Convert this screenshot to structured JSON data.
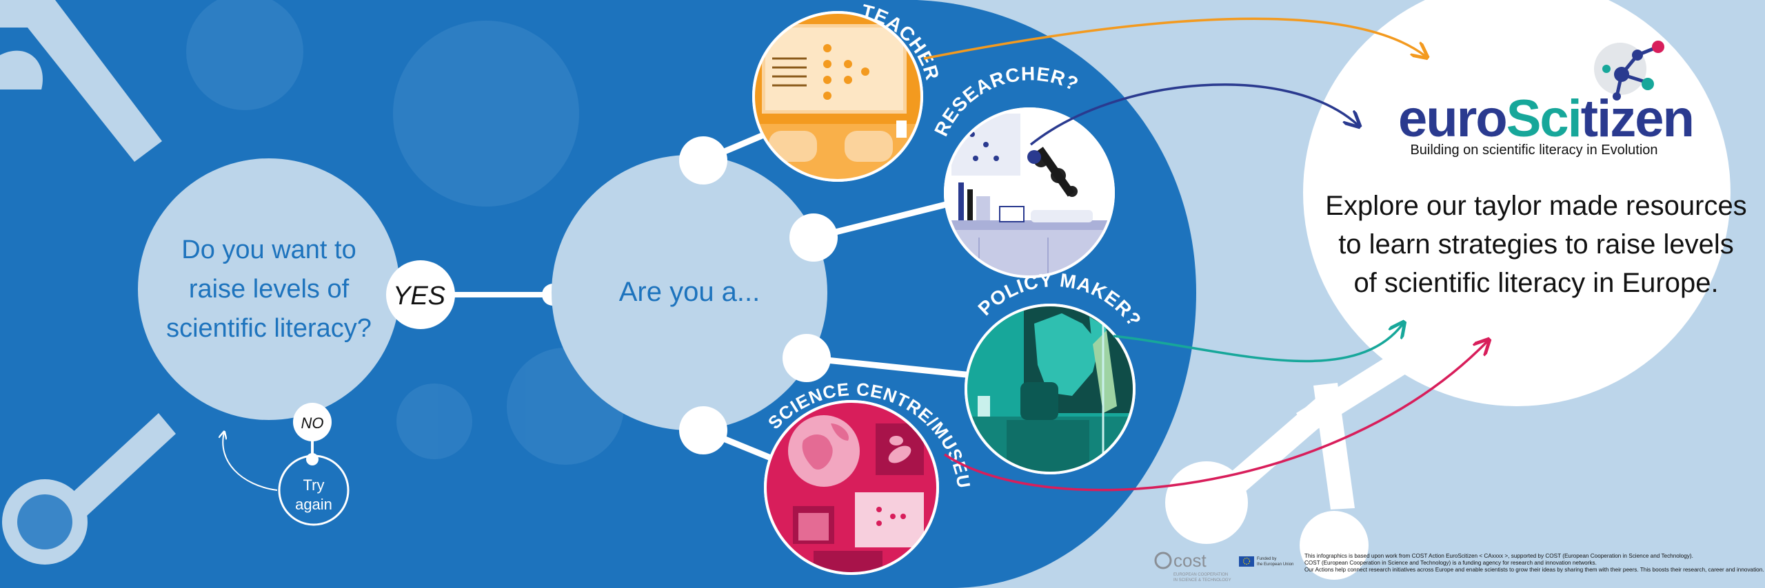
{
  "question": {
    "line1": "Do you want to",
    "line2": "raise levels of",
    "line3": "scientific literacy?"
  },
  "yes_label": "YES",
  "no_label": "NO",
  "try_again": {
    "line1": "Try",
    "line2": "again"
  },
  "are_you": "Are you a...",
  "roles": {
    "teacher": "TEACHER?",
    "researcher": "RESEARCHER?",
    "policy_maker": "POLICY MAKER?",
    "science_centre": "SCIENCE CENTRE/MUSEUM?"
  },
  "brand": {
    "part1": "euro",
    "part2": "Sci",
    "part3": "tizen",
    "tagline": "Building on scientific literacy in Evolution"
  },
  "explore": {
    "line1": "Explore our taylor made resources",
    "line2": "to learn strategies to raise levels",
    "line3": "of scientific literacy in Europe."
  },
  "footer": {
    "cost": "cost",
    "cost_sub1": "EUROPEAN COOPERATION",
    "cost_sub2": "IN SCIENCE & TECHNOLOGY",
    "eu_label1": "Funded by",
    "eu_label2": "the European Union",
    "disclaimer1": "This infographics is based upon work from COST Action EuroScitizen < CAxxxx >, supported by COST (European Cooperation in Science and Technology).",
    "disclaimer2": "COST (European Cooperation in Science and Technology) is a funding agency for research and innovation networks.",
    "disclaimer3": "Our Actions help connect research initiatives across Europe and enable scientists to grow their ideas by sharing them with their peers. This boosts their research, career and innovation."
  },
  "colors": {
    "blue": "#1d73bd",
    "light_blue": "#bcd5ea",
    "teacher": "#f39a1f",
    "researcher": "#2a3a8f",
    "policy": "#17a79a",
    "museum": "#d81e5b"
  }
}
